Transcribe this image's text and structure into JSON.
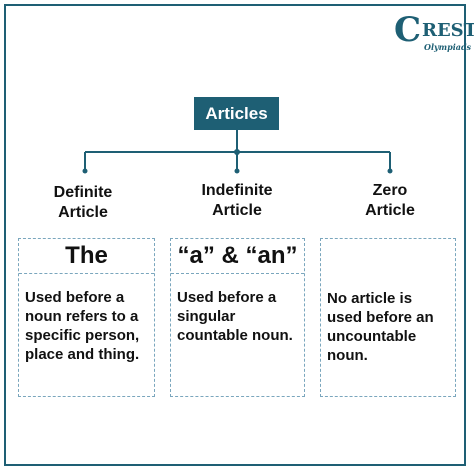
{
  "logo": {
    "initial": "C",
    "rest": "REST",
    "sub": "Olympiads"
  },
  "root": {
    "label": "Articles"
  },
  "branches": [
    {
      "heading_line1": "Definite",
      "heading_line2": "Article",
      "title": "The",
      "description": "Used before a noun refers to a specific person, place and thing."
    },
    {
      "heading_line1": "Indefinite",
      "heading_line2": "Article",
      "title": "“a” & “an”",
      "description": "Used before a singular countable noun."
    },
    {
      "heading_line1": "Zero",
      "heading_line2": "Article",
      "title": "",
      "description": "No article is used before an uncountable noun."
    }
  ],
  "colors": {
    "accent": "#1e5f74",
    "card_border": "#7aa6bd"
  }
}
